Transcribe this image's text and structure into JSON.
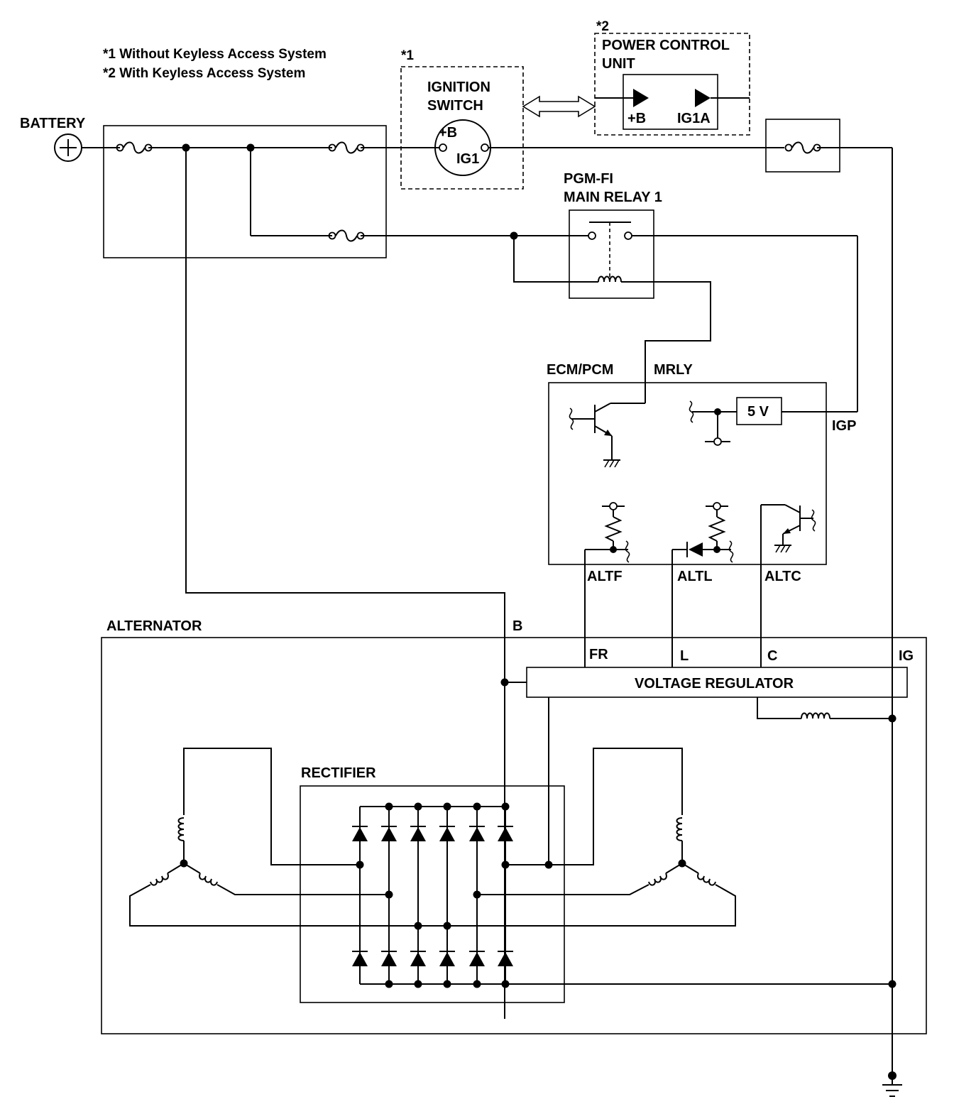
{
  "notes": {
    "note1": "*1 Without Keyless Access System",
    "note2": "*2 With Keyless Access System",
    "mark1": "*1",
    "mark2": "*2"
  },
  "labels": {
    "battery": "BATTERY",
    "ignition_line1": "IGNITION",
    "ignition_line2": "SWITCH",
    "ign_plus_b": "+B",
    "ign_ig1": "IG1",
    "pcu_line1": "POWER CONTROL",
    "pcu_line2": "UNIT",
    "pcu_plus_b": "+B",
    "pcu_ig1a": "IG1A",
    "relay_line1": "PGM-FI",
    "relay_line2": "MAIN RELAY 1",
    "ecm": "ECM/PCM",
    "mrly": "MRLY",
    "five_v": "5 V",
    "igp": "IGP",
    "altf": "ALTF",
    "altl": "ALTL",
    "altc": "ALTC",
    "alternator": "ALTERNATOR",
    "b": "B",
    "fr": "FR",
    "l": "L",
    "c": "C",
    "ig": "IG",
    "voltage_regulator": "VOLTAGE REGULATOR",
    "rectifier": "RECTIFIER"
  }
}
